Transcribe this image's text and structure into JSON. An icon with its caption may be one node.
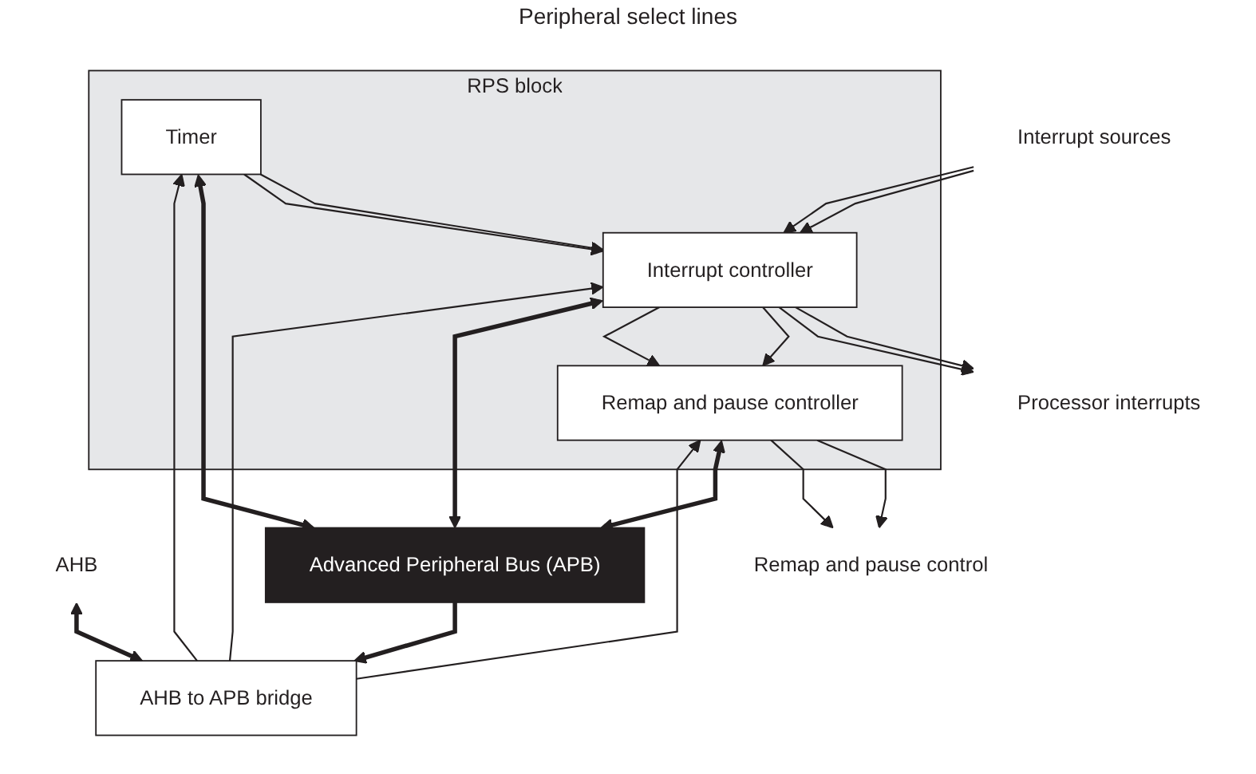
{
  "diagram": {
    "nodes": [
      {
        "text": [
          "RPS block"
        ]
      },
      {
        "text": [
          "Timer"
        ],
        "in": 0
      },
      {
        "text": [
          "Interrupt controller"
        ],
        "in": 0
      },
      {
        "text": [
          "Remap and pause controller"
        ],
        "in": 0
      },
      {
        "text": [
          "AHB to APB bridge"
        ]
      },
      {
        "text": [
          "AHB"
        ]
      },
      {
        "text": [
          "Interrupt sources"
        ]
      },
      {
        "text": [
          "Processor interrupts"
        ]
      },
      {
        "text": [
          "Remap and pause control"
        ]
      },
      {
        "text": [
          "Advanced Peripheral Bus (APB)"
        ]
      }
    ],
    "edges": [
      {
        "from": 5,
        "to": 4,
        "arrow": "both",
        "style": "thick"
      },
      {
        "from": 1,
        "to": 2,
        "arrow": "to"
      },
      {
        "from": 1,
        "to": 2,
        "arrow": "to"
      },
      {
        "from": 6,
        "to": 2,
        "arrow": "to"
      },
      {
        "from": 6,
        "to": 2,
        "arrow": "to"
      },
      {
        "from": 2,
        "to": 7,
        "arrow": "to"
      },
      {
        "from": 2,
        "to": 7,
        "arrow": "to"
      },
      {
        "from": 2,
        "to": 3,
        "arrow": "to"
      },
      {
        "from": 2,
        "to": 3,
        "arrow": "to"
      },
      {
        "from": 3,
        "to": 8,
        "arrow": "to"
      },
      {
        "from": 3,
        "to": 8,
        "arrow": "to"
      },
      {
        "from": 4,
        "to": 1,
        "arrow": "to"
      },
      {
        "from": 4,
        "to": 2,
        "arrow": "to"
      },
      {
        "from": 4,
        "to": 3,
        "arrow": "to"
      },
      {
        "from": 1,
        "to": 9,
        "arrow": "both",
        "style": "thick"
      },
      {
        "from": 2,
        "to": 9,
        "arrow": "both",
        "style": "thick"
      },
      {
        "from": 3,
        "to": 9,
        "arrow": "both",
        "style": "thick"
      },
      {
        "from": 9,
        "to": 4,
        "arrow": "to",
        "style": "thick"
      }
    ],
    "labels": [
      "Peripheral select lines"
    ]
  }
}
